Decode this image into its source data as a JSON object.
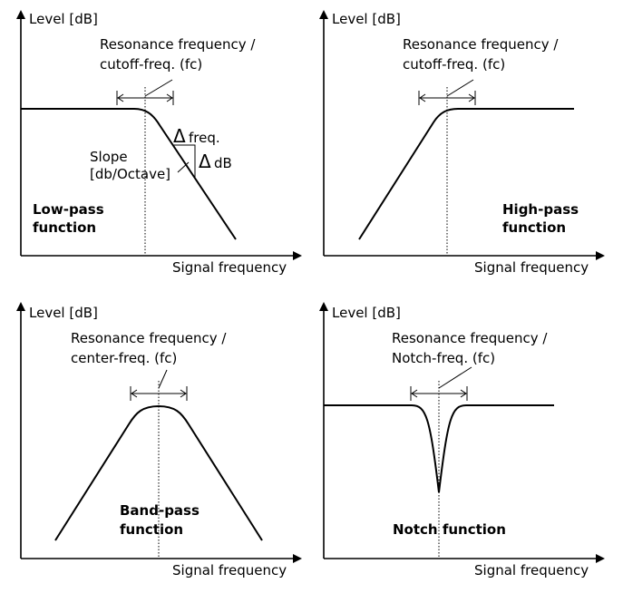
{
  "panels": {
    "lowpass": {
      "ylabel": "Level [dB]",
      "xlabel": "Signal frequency",
      "fc_line1": "Resonance frequency /",
      "fc_line2": "cutoff-freq. (fc)",
      "slope_line1": "Slope",
      "slope_line2": "[db/Octave]",
      "delta_symbol": "Δ",
      "delta_freq_text": "freq.",
      "delta_db_text": "dB",
      "title_line1": "Low-pass",
      "title_line2": "function"
    },
    "highpass": {
      "ylabel": "Level [dB]",
      "xlabel": "Signal frequency",
      "fc_line1": "Resonance frequency /",
      "fc_line2": "cutoff-freq. (fc)",
      "title_line1": "High-pass",
      "title_line2": "function"
    },
    "bandpass": {
      "ylabel": "Level [dB]",
      "xlabel": "Signal frequency",
      "fc_line1": "Resonance frequency /",
      "fc_line2": "center-freq. (fc)",
      "title_line1": "Band-pass",
      "title_line2": "function"
    },
    "notch": {
      "ylabel": "Level [dB]",
      "xlabel": "Signal frequency",
      "fc_line1": "Resonance frequency /",
      "fc_line2": "Notch-freq. (fc)",
      "title": "Notch function"
    }
  }
}
